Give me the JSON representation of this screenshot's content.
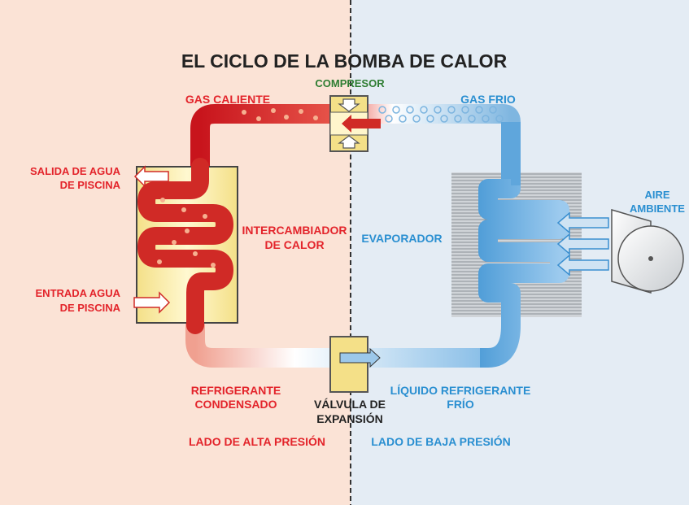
{
  "title": "EL CICLO DE LA BOMBA DE CALOR",
  "labels": {
    "compresor": "COMPRESOR",
    "gas_caliente": "GAS CALIENTE",
    "gas_frio": "GAS FRIO",
    "salida_1": "SALIDA DE AGUA",
    "salida_2": "DE PISCINA",
    "entrada_1": "ENTRADA AGUA",
    "entrada_2": "DE PISCINA",
    "intercambiador_1": "INTERCAMBIADOR",
    "intercambiador_2": "DE CALOR",
    "evaporador": "EVAPORADOR",
    "aire_1": "AIRE",
    "aire_2": "AMBIENTE",
    "refrigerante_1": "REFRIGERANTE",
    "refrigerante_2": "CONDENSADO",
    "valvula_1": "VÁLVULA DE",
    "valvula_2": "EXPANSIÓN",
    "liquido_1": "LÍQUIDO REFRIGERANTE",
    "liquido_2": "FRÍO",
    "lado_alta": "LADO DE ALTA PRESIÓN",
    "lado_baja": "LADO DE BAJA PRESIÓN"
  },
  "colors": {
    "hot_bg": "#fbe3d6",
    "cold_bg": "#e4ecf4",
    "red": "#e3242b",
    "blue": "#2a8fd1",
    "green": "#2e7d32",
    "dark": "#222222"
  }
}
